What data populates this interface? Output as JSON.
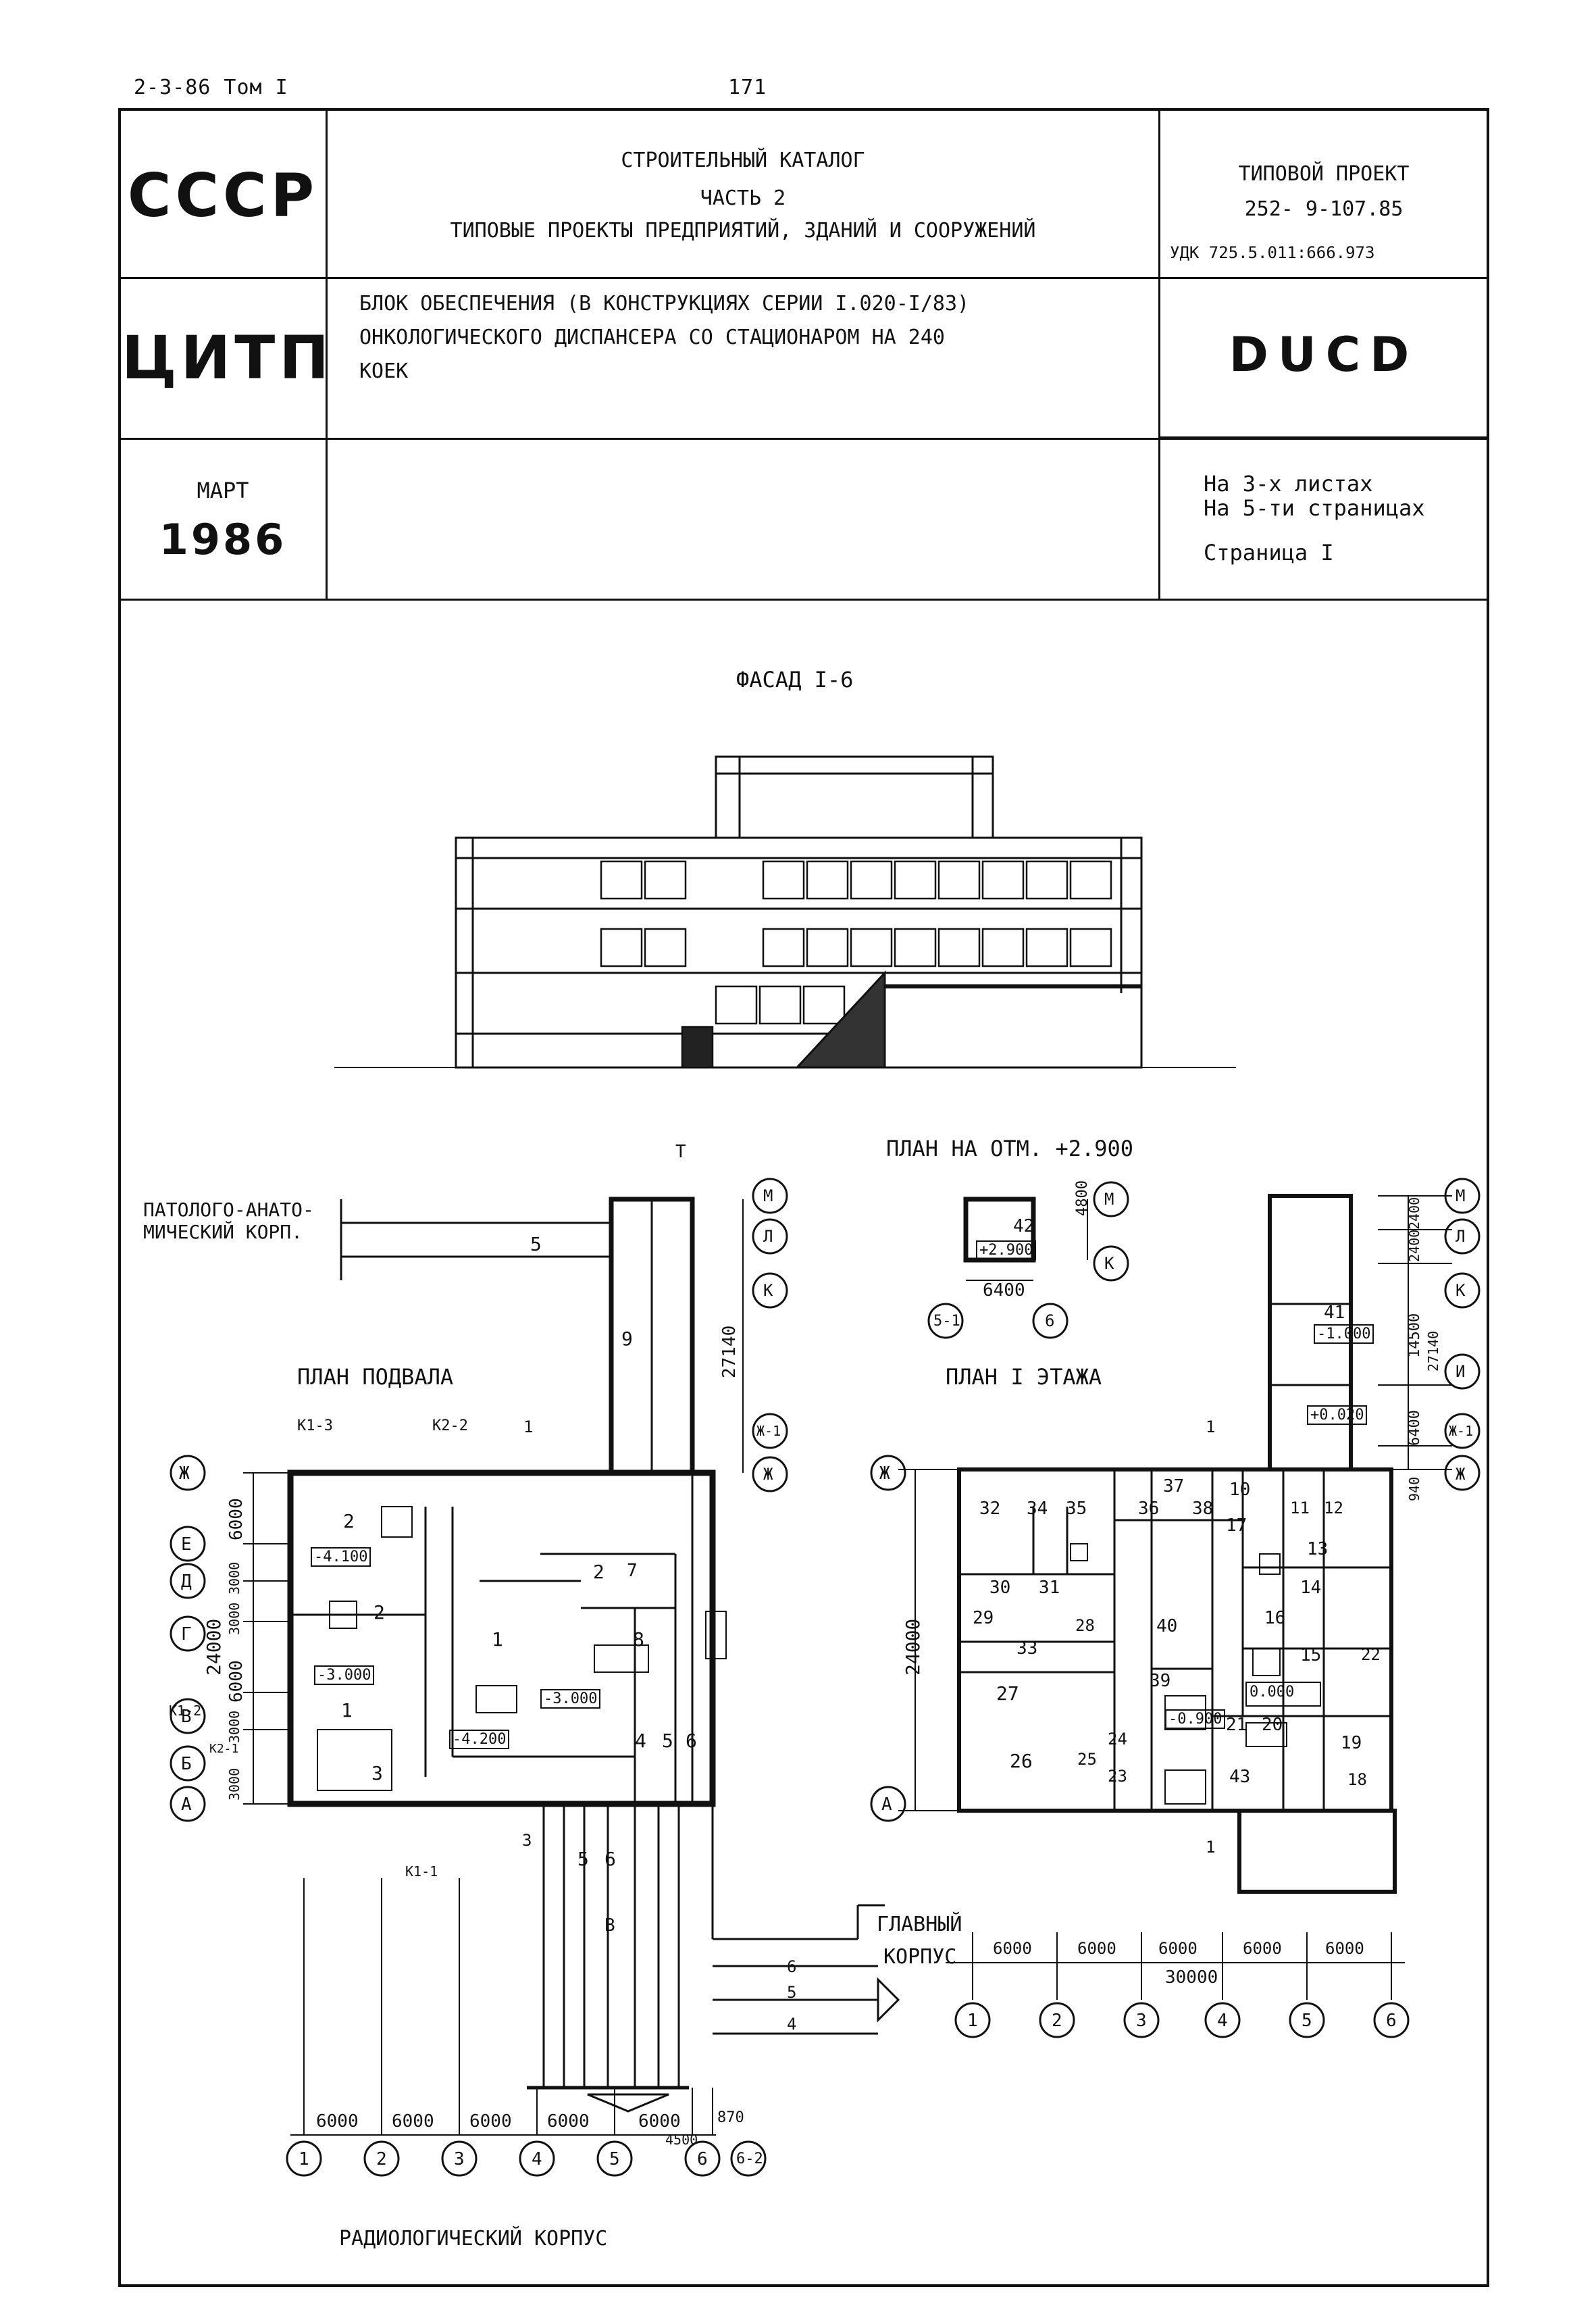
{
  "header": {
    "series": "2-3-86 Том I",
    "page_number": "171"
  },
  "stamp": {
    "org1": "СССР",
    "org2": "ЦИТП",
    "month": "МАРТ",
    "year": "1986",
    "catalog_lines": [
      "СТРОИТЕЛЬНЫЙ КАТАЛОГ",
      "ЧАСТЬ 2",
      "ТИПОВЫЕ ПРОЕКТЫ ПРЕДПРИЯТИЙ, ЗДАНИЙ И СООРУЖЕНИЙ"
    ],
    "project_label": "ТИПОВОЙ ПРОЕКТ",
    "project_number": "252- 9-107.85",
    "udk": "УДК 725.5.011:666.973",
    "title_lines": [
      "БЛОК ОБЕСПЕЧЕНИЯ (В КОНСТРУКЦИЯХ СЕРИИ I.020-I/83)",
      "ОНКОЛОГИЧЕСКОГО ДИСПАНСЕРА СО СТАЦИОНАРОМ НА 240",
      "КОЕК"
    ],
    "code": "DUCD",
    "sheets": "На 3-х листах",
    "pages": "На 5-ти страницах",
    "page": "Страница I"
  },
  "drawing": {
    "facade_title": "ФАСАД I-6",
    "plan_top_title": "ПЛАН НА ОТМ. +2.900",
    "basement_title": "ПЛАН ПОДВАЛА",
    "floor1_title": "ПЛАН I ЭТАЖА",
    "label_patho": "ПАТОЛОГО-АНАТО-",
    "label_patho2": "МИЧЕСКИЙ КОРП.",
    "label_main": "ГЛАВНЫЙ",
    "label_main2": "КОРПУС",
    "label_radio": "РАДИОЛОГИЧЕСКИЙ КОРПУС",
    "dims_bottom_left": [
      "6000",
      "6000",
      "6000",
      "6000",
      "6000",
      "870"
    ],
    "dim_4500": "4500",
    "dims_bottom_right": [
      "6000",
      "6000",
      "6000",
      "6000",
      "6000"
    ],
    "dim_total_right": "30000",
    "axes_numbers_left": [
      "1",
      "2",
      "3",
      "4",
      "5",
      "6",
      "6-2"
    ],
    "axes_numbers_right": [
      "1",
      "2",
      "3",
      "4",
      "5",
      "6"
    ],
    "axes_letters_left": [
      "Ж",
      "Е",
      "Д",
      "Г",
      "В",
      "Б",
      "А"
    ],
    "axes_letters_right": [
      "Ж",
      "А"
    ],
    "axes_top": [
      "М",
      "Л",
      "К",
      "Ж-1",
      "Ж"
    ],
    "axes_top_right": [
      "М",
      "Л",
      "К",
      "И",
      "Ж-1",
      "Ж"
    ],
    "dims_left_vertical": [
      "6000",
      "3000",
      "3000",
      "6000",
      "3000",
      "3000"
    ],
    "dim_24000": "24000",
    "dim_27140": "27140",
    "dim_24000_right": "24000",
    "dims_right_vertical": [
      "2400",
      "2400",
      "14500",
      "6400",
      "940"
    ],
    "dim_27140_right": "27140",
    "small_plan": {
      "room": "42",
      "mark": "+2.900",
      "width": "6400",
      "height": "4800",
      "axes": [
        "5-1",
        "6"
      ],
      "axes_letters": [
        "М",
        "К"
      ]
    },
    "marks": [
      "-4.100",
      "-3.000",
      "-3.000",
      "-4.200",
      "-1.000",
      "+0.020",
      "0.000",
      "-0.900"
    ],
    "section_marks": [
      "K1-3",
      "K2-2",
      "1",
      "K1-2",
      "K2-1",
      "K1-1",
      "3",
      "1",
      "1",
      "T"
    ],
    "basement_rooms": [
      "2",
      "2",
      "1",
      "1",
      "2",
      "7",
      "8",
      "3",
      "4",
      "5",
      "6",
      "9",
      "5",
      "6",
      "В",
      "5",
      "6",
      "5",
      "4"
    ],
    "floor_rooms": [
      "32",
      "34",
      "35",
      "36",
      "37",
      "38",
      "10",
      "11",
      "12",
      "17",
      "13",
      "30",
      "31",
      "14",
      "29",
      "28",
      "40",
      "16",
      "15",
      "22",
      "33",
      "39",
      "27",
      "21",
      "20",
      "19",
      "26",
      "25",
      "24",
      "23",
      "43",
      "18",
      "41"
    ]
  }
}
